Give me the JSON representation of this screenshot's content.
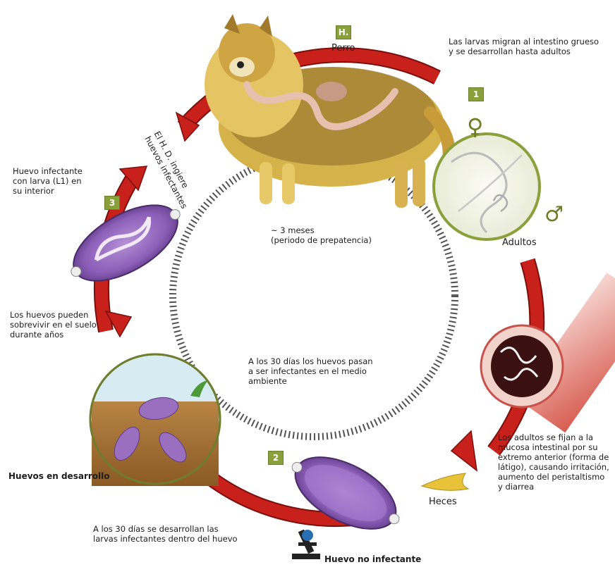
{
  "badges": {
    "host": "H.",
    "step1": "1",
    "step2": "2",
    "step3": "3"
  },
  "labels": {
    "host": "Perro",
    "migrate": "Las larvas migran al intestino grueso\ny se desarrollan hasta adultos",
    "adults": "Adultos",
    "attach": "Los adultos se fijan a la\nmucosa intestinal por su\nextremo anterior (forma de\nlátigo), causando irritación,\naumento del peristaltismo\ny diarrea",
    "feces": "Heces",
    "egg_noninf": "Huevo no infectante",
    "develop": "A los 30 días se desarrollan las\nlarvas infectantes dentro del huevo",
    "developing": "Huevos en desarrollo",
    "survive": "Los huevos pueden\nsobrevivir en el suelo\ndurante años",
    "infective_egg": "Huevo infectante\ncon larva (L1) en\nsu interior",
    "ingest": "El H. D. ingiere\nhuevos infectantes",
    "prepatency": "~ 3 meses\n(periodo de prepatencia)",
    "env30": "A los 30 días los huevos pasan\na ser infectantes en el medio\nambiente"
  },
  "symbols": {
    "female": "♀",
    "male": "♂"
  },
  "colors": {
    "cycle_arrow": "#c8211b",
    "cycle_arrow_dark": "#7a0f0c",
    "egg_purple": "#9a6fc0",
    "soil": "#9b6a32",
    "badge_green": "#8aa03a",
    "dog_fur": "#d6b24a",
    "intestine": "#e8c0b0"
  },
  "icons": [
    "dog-illustration",
    "adult-worms-circle",
    "intestine-section-circle",
    "feces-icon",
    "egg-icon",
    "soil-eggs-circle",
    "infective-egg-icon",
    "microscope-icon"
  ]
}
